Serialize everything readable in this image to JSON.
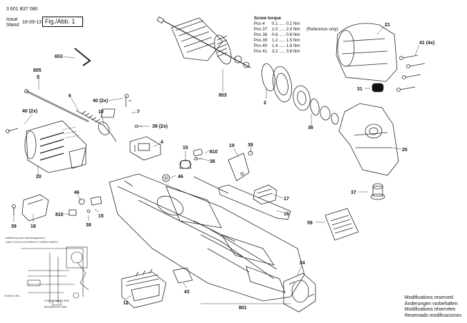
{
  "header": {
    "doc_number": "3 601 B37 080",
    "issue_label": "Issue",
    "stand_label": "Stand",
    "date": "16-09-13",
    "figure_label": "Fig./Abb. 1"
  },
  "torque_table": {
    "title": "Screw torque",
    "rows": [
      {
        "pos": "Pos 4",
        "range": "0.1 ..... 0.2 Nm",
        "note": ""
      },
      {
        "pos": "Pos 37",
        "range": "1.0 ..... 2.0 Nm",
        "note": "(Reference only)"
      },
      {
        "pos": "Pos 38",
        "range": "0.6 ..... 0.8 Nm",
        "note": ""
      },
      {
        "pos": "Pos 39",
        "range": "1.2 ..... 1.5 Nm",
        "note": ""
      },
      {
        "pos": "Pos 40",
        "range": "1.4 ..... 1.8 Nm",
        "note": ""
      },
      {
        "pos": "Pos 41",
        "range": "3.2 ..... 3.8 Nm",
        "note": ""
      }
    ]
  },
  "callouts": {
    "c653": "653",
    "c805": "805",
    "c5": "5",
    "c6": "6",
    "c40a": "40 (2x)",
    "c7": "7",
    "c10": "10",
    "c40b": "40 (2x)",
    "c38a": "38 (2x)",
    "c4": "4",
    "c15a": "15",
    "c810a": "810",
    "c38b": "38",
    "c19": "19",
    "c39a": "39",
    "c46a": "46",
    "c20": "20",
    "c803": "803",
    "c2": "2",
    "c36": "36",
    "c21": "21",
    "c41": "41 (4x)",
    "c31": "31",
    "c25": "25",
    "c37": "37",
    "c17": "17",
    "c16": "16",
    "c59": "59",
    "c46b": "46",
    "c810b": "810",
    "c15b": "15",
    "c38c": "38",
    "c39b": "39",
    "c18": "18",
    "c24": "24",
    "c12": "12",
    "c43": "43",
    "c801": "801"
  },
  "schematic": {
    "title1": "Kabelführung nach Verbindungsschema",
    "title2": "CABLE LAYOUT ACCORDING TO WIRING SAMPLE",
    "label_power": "POWER CORD",
    "label_white": "CONNECT WHITE WIRE",
    "label_brown": "BROWN/BLACK WIRE"
  },
  "notes": [
    "Modifications reserved",
    "Änderungen vorbehalten",
    "Modifications réservées",
    "Reservado modificaciones"
  ]
}
